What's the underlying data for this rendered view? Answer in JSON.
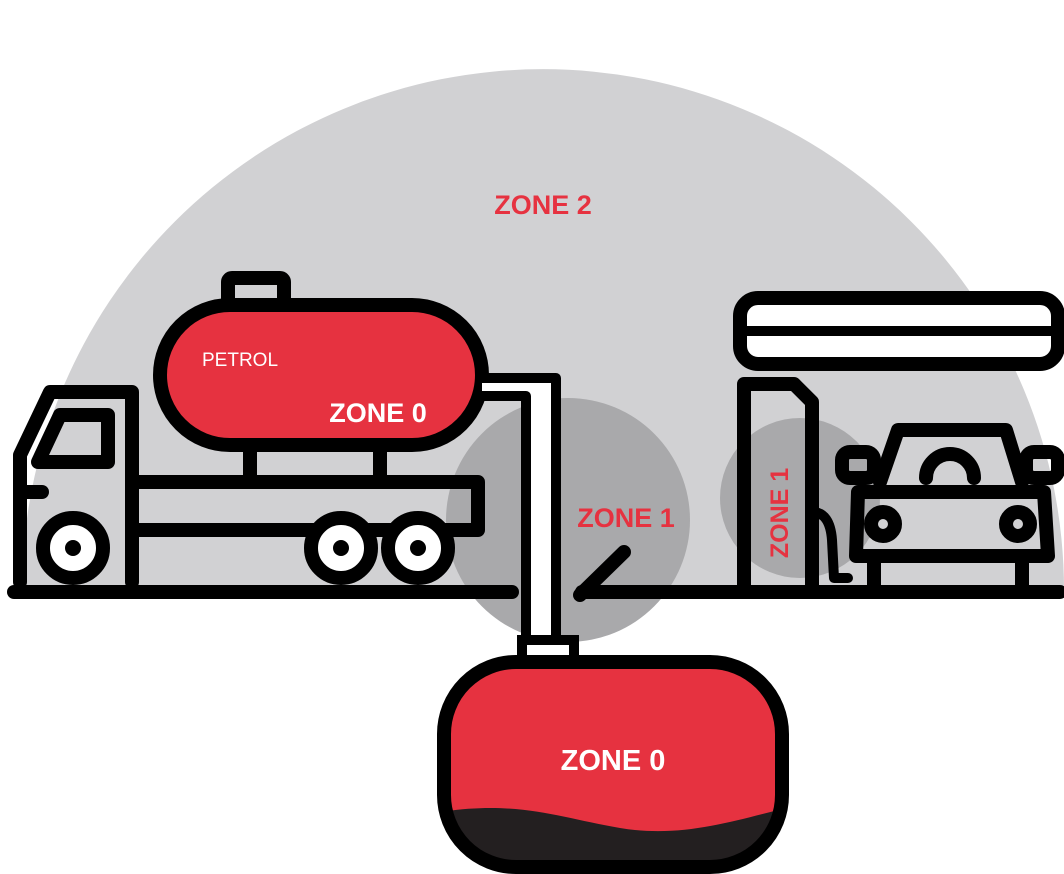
{
  "colors": {
    "zone2_area": "#d1d1d3",
    "zone1_area": "#a9a9ab",
    "fuel_red": "#e63240",
    "fuel_residue": "#231f20",
    "outline": "#000000",
    "label_red": "#e63240",
    "label_white": "#ffffff"
  },
  "labels": {
    "zone2": "ZONE 2",
    "tanker_product": "PETROL",
    "tanker_zone": "ZONE 0",
    "pipe_zone": "ZONE 1",
    "pump_zone": "ZONE 1",
    "underground_zone": "ZONE 0"
  },
  "icons": {
    "tanker": "fuel-tanker-truck-icon",
    "station": "fuel-station-canopy-icon",
    "pump": "fuel-pump-icon",
    "car": "car-icon",
    "tank": "underground-storage-tank-icon"
  }
}
